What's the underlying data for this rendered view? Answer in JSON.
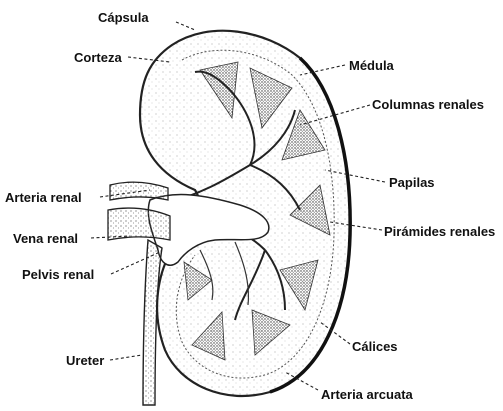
{
  "labels": {
    "capsula": "Cápsula",
    "corteza": "Corteza",
    "medula": "Médula",
    "columnas_renales": "Columnas renales",
    "papilas": "Papilas",
    "arteria_renal": "Arteria renal",
    "piramides_renales": "Pirámides renales",
    "vena_renal": "Vena renal",
    "pelvis_renal": "Pelvis renal",
    "calices": "Cálices",
    "ureter": "Ureter",
    "arteria_arcuata": "Arteria arcuata"
  },
  "colors": {
    "ink": "#222222",
    "stipple": "#555555",
    "background": "#ffffff"
  }
}
